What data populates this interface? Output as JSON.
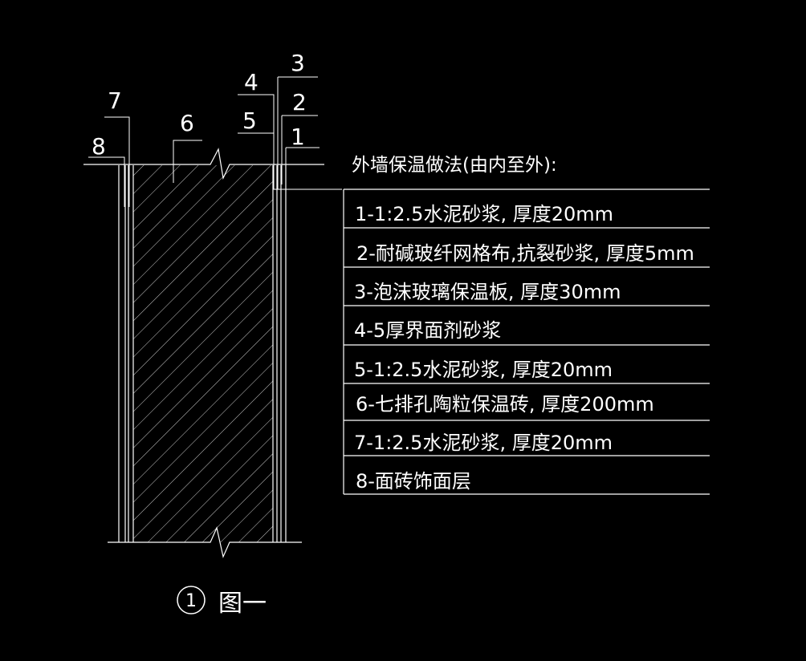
{
  "drawing": {
    "heading": "外墙保温做法(由内至外):",
    "caption_number": "1",
    "caption_text": "图一",
    "callouts": [
      "8",
      "7",
      "6",
      "5",
      "4",
      "3",
      "2",
      "1"
    ],
    "layers": [
      "1-1:2.5水泥砂浆, 厚度20mm",
      "2-耐碱玻纤网格布,抗裂砂浆, 厚度5mm",
      "3-泡沫玻璃保温板, 厚度30mm",
      "4-5厚界面剂砂浆",
      "5-1:2.5水泥砂浆, 厚度20mm",
      "6-七排孔陶粒保温砖, 厚度200mm",
      "7-1:2.5水泥砂浆, 厚度20mm",
      "8-面砖饰面层"
    ]
  },
  "colors": {
    "background": "#000000",
    "lines": "#ffffff"
  }
}
